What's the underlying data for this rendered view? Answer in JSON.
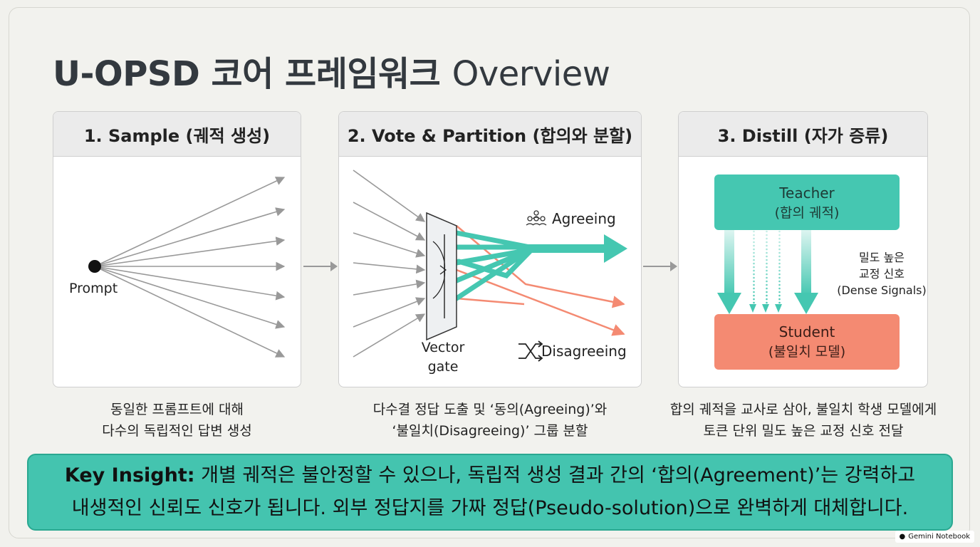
{
  "title": {
    "main": "U-OPSD 코어 프레임워크",
    "suffix": "Overview"
  },
  "panels": {
    "sample": {
      "heading": "1. Sample (궤적 생성)",
      "prompt_label": "Prompt",
      "desc_line1": "동일한 프롬프트에 대해",
      "desc_line2": "다수의 독립적인 답변 생성"
    },
    "vote": {
      "heading": "2. Vote & Partition (합의와 분할)",
      "agree_label": "Agreeing",
      "disagree_label": "Disagreeing",
      "gate_line1": "Vector",
      "gate_line2": "gate",
      "desc_line1": "다수결 정답 도출 및 ‘동의(Agreeing)’와",
      "desc_line2": "‘불일치(Disagreeing)’ 그룹 분할"
    },
    "distill": {
      "heading": "3. Distill (자가 증류)",
      "teacher_line1": "Teacher",
      "teacher_line2": "(합의 궤적)",
      "student_line1": "Student",
      "student_line2": "(불일치 모델)",
      "signal_line1": "밀도 높은",
      "signal_line2": "교정 신호",
      "signal_line3": "(Dense Signals)",
      "desc_line1": "합의 궤적을 교사로 삼아, 불일치 학생 모델에게",
      "desc_line2": "토큰 단위 밀도 높은 교정 신호 전달"
    }
  },
  "insight": {
    "label": "Key Insight:",
    "line1_rest": " 개별 궤적은 불안정할 수 있으나, 독립적 생성 결과 간의 ‘합의(Agreement)’는 강력하고",
    "line2": "내생적인 신뢰도 신호가 됩니다. 외부 정답지를 가짜 정답(Pseudo-solution)으로 완벽하게 대체합니다."
  },
  "watermark": "Gemini Notebook",
  "colors": {
    "teal": "#45c7b1",
    "coral": "#f48a72",
    "gray_arrow": "#999999"
  }
}
